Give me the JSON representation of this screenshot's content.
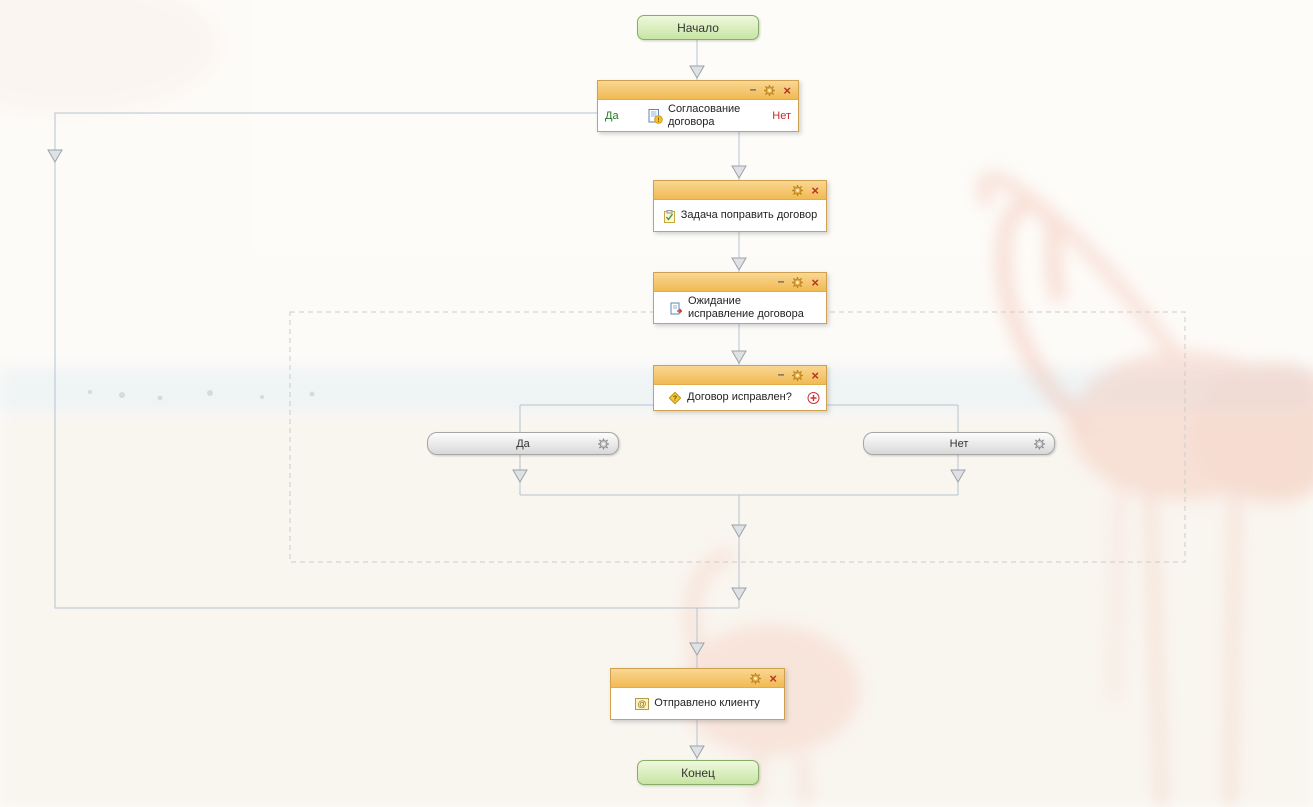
{
  "glyphs": {
    "minimize": "–",
    "close": "×",
    "exclamation": "!",
    "question": "?",
    "at": "@"
  },
  "colors": {
    "block_header_top": "#f9d793",
    "block_header_bottom": "#f1ba53",
    "block_border": "#cfa14e",
    "terminal_fill_top": "#eff8dd",
    "terminal_fill_bottom": "#c7e5a2",
    "terminal_border": "#87ae66",
    "yes_label": "#1e7d1e",
    "no_label": "#c03030",
    "connector_line": "#b6c3d1",
    "arrow_fill": "#dfe2e5",
    "arrow_border": "#9aa2a9",
    "dashed_region": "#cccccc",
    "close_icon": "#b73527"
  },
  "diagram": {
    "start": {
      "label": "Начало"
    },
    "end": {
      "label": "Конец"
    },
    "blocks": {
      "approval": {
        "title": "Согласование договора",
        "yes": "Да",
        "no": "Нет",
        "icon": "contract-approval-icon",
        "controls": [
          "minimize-icon",
          "settings-icon",
          "close-icon"
        ]
      },
      "task": {
        "title": "Задача поправить договор",
        "icon": "task-check-icon",
        "controls": [
          "settings-icon",
          "close-icon"
        ]
      },
      "waiting": {
        "title": "Ожидание исправление договора",
        "icon": "waiting-document-icon",
        "controls": [
          "minimize-icon",
          "settings-icon",
          "close-icon"
        ]
      },
      "condition": {
        "title": "Договор исправлен?",
        "icon": "condition-question-icon",
        "add_branch_icon": "add-branch-icon",
        "controls": [
          "minimize-icon",
          "settings-icon",
          "close-icon"
        ]
      },
      "sent": {
        "title": "Отправлено клиенту",
        "icon": "email-icon",
        "controls": [
          "settings-icon",
          "close-icon"
        ]
      }
    },
    "branches": {
      "yes": {
        "label": "Да",
        "icon": "gear-icon"
      },
      "no": {
        "label": "Нет",
        "icon": "gear-icon"
      }
    }
  }
}
